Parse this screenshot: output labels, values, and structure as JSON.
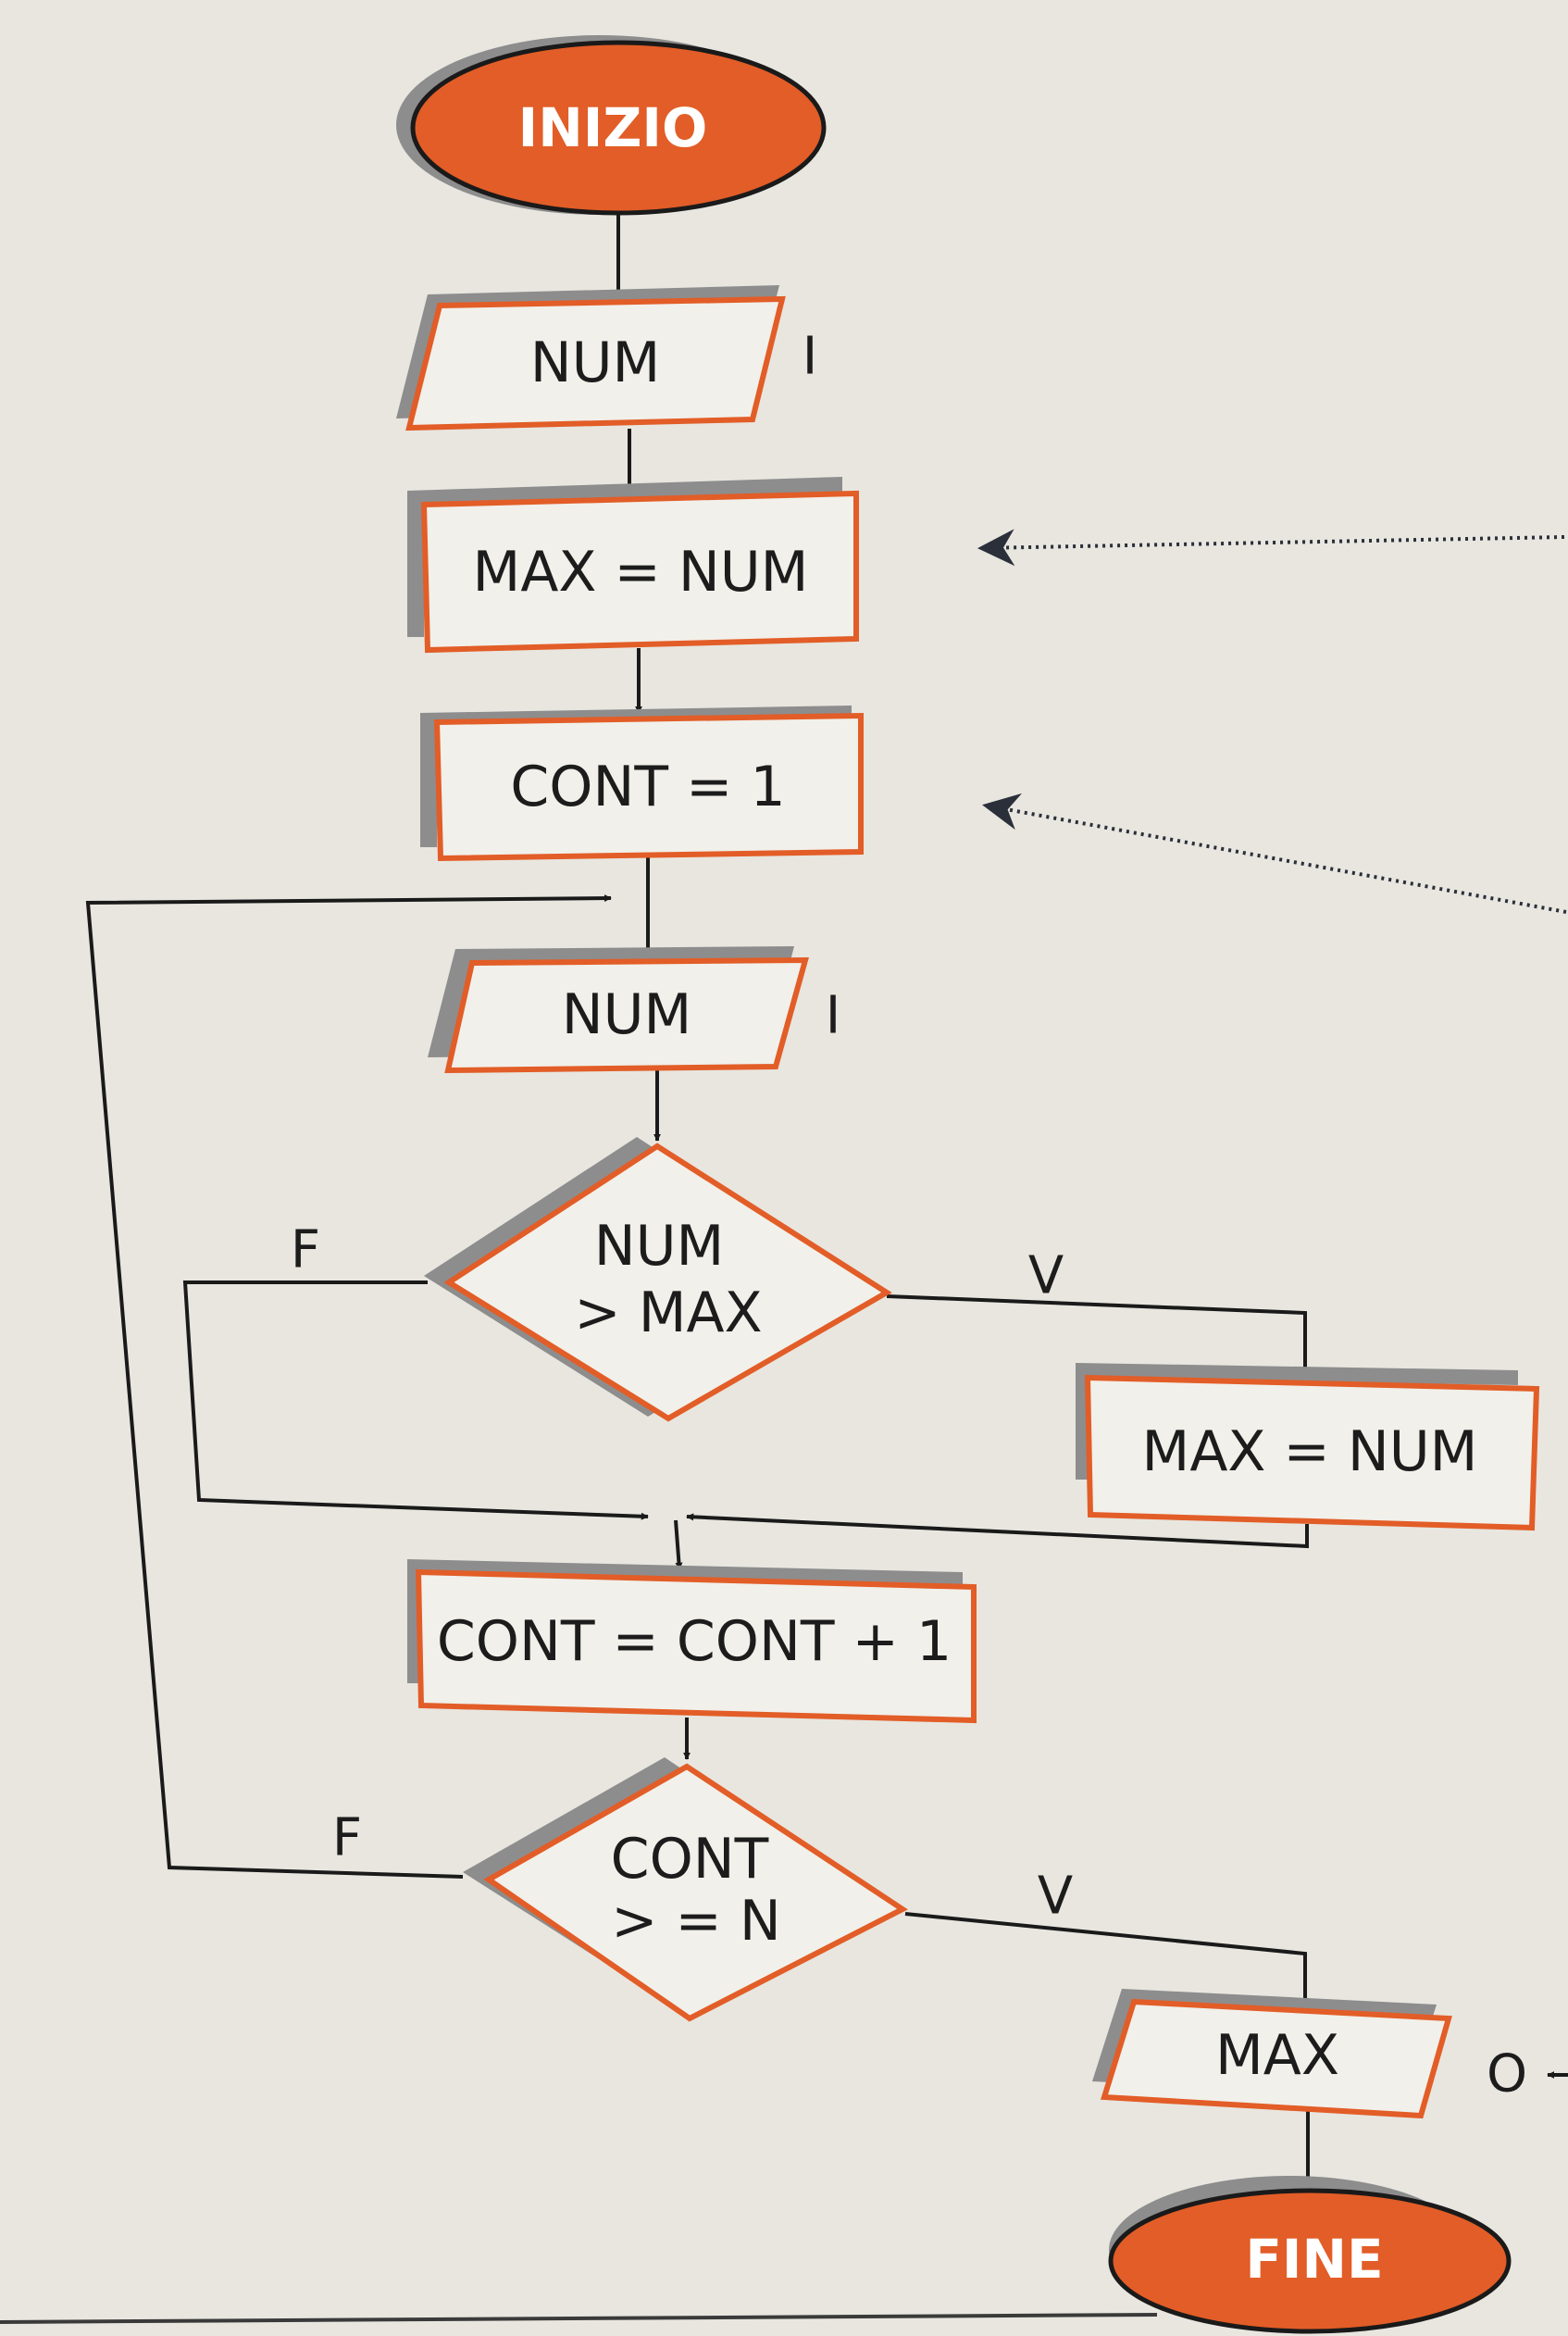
{
  "colors": {
    "accent": "#e25d27",
    "background": "#e8e6df",
    "line": "#1a1a1a",
    "box_fill": "#f1f0ea"
  },
  "nodes": {
    "start": "INIZIO",
    "input_num_1": "NUM",
    "input_tag_1": "I",
    "assign_max_1": "MAX = NUM",
    "assign_cont": "CONT = 1",
    "input_num_2": "NUM",
    "input_tag_2": "I",
    "decision_1_line1": "NUM",
    "decision_1_line2": "> MAX",
    "assign_max_2": "MAX = NUM",
    "increment_cont": "CONT = CONT + 1",
    "decision_2_line1": "CONT",
    "decision_2_line2": "> = N",
    "output_max": "MAX",
    "output_tag": "O",
    "end": "FINE"
  },
  "branches": {
    "decision_1_false": "F",
    "decision_1_true": "V",
    "decision_2_false": "F",
    "decision_2_true": "V"
  }
}
